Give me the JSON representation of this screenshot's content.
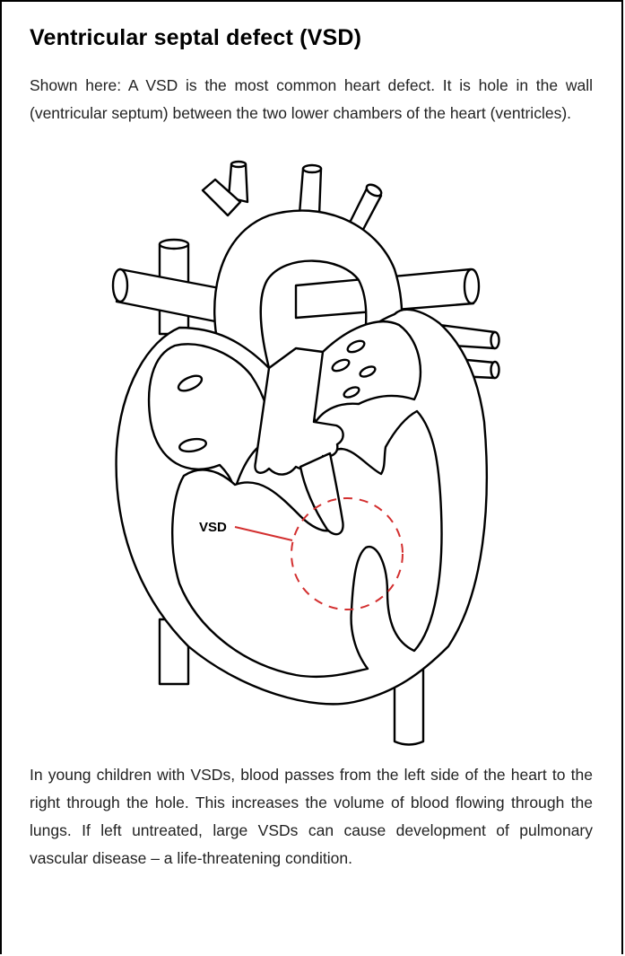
{
  "title": "Ventricular septal defect (VSD)",
  "intro_text": "Shown here: A VSD is the most common heart defect. It is hole in the wall (ventricular septum) between the two lower chambers of the heart (ventricles).",
  "diagram": {
    "vsd_label": "VSD",
    "defect_marker_color": "#d32f2f",
    "outline_color": "#000000"
  },
  "body_text": "In young children with VSDs, blood passes from the left side of the heart to the right through the hole. This increases the volume of blood flowing through the lungs. If left untreated, large VSDs can cause development of pulmonary vascular disease – a life-threatening condition."
}
